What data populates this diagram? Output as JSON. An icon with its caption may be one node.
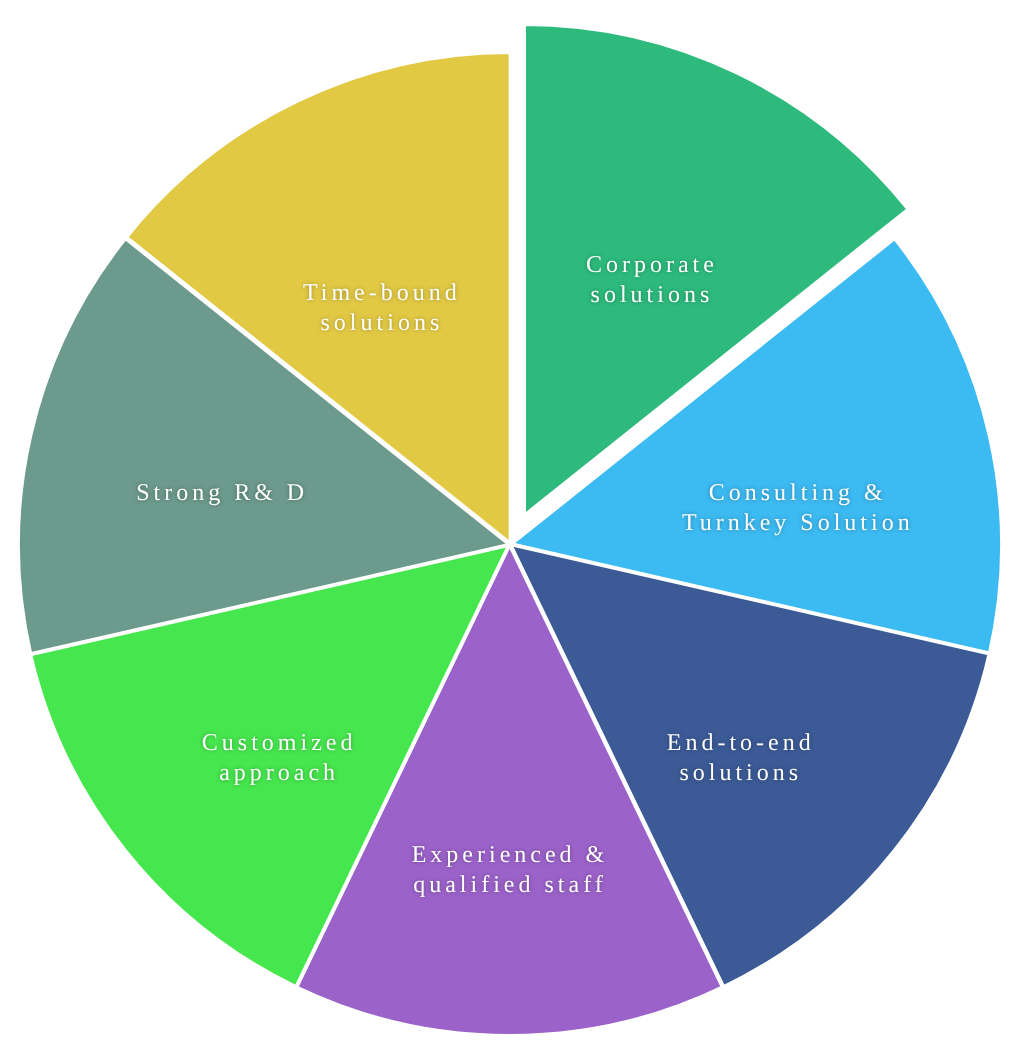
{
  "diagram": {
    "nodes": [
      {
        "text": [
          "Corporate solutions"
        ]
      },
      {
        "text": [
          "Consulting & Turnkey Solution"
        ]
      },
      {
        "text": [
          "End-to-end solutions"
        ]
      },
      {
        "text": [
          "Experienced & qualified staff"
        ]
      },
      {
        "text": [
          "Customized approach"
        ]
      },
      {
        "text": [
          "Strong R& D"
        ]
      },
      {
        "text": [
          "Time-bound solutions"
        ]
      }
    ]
  }
}
